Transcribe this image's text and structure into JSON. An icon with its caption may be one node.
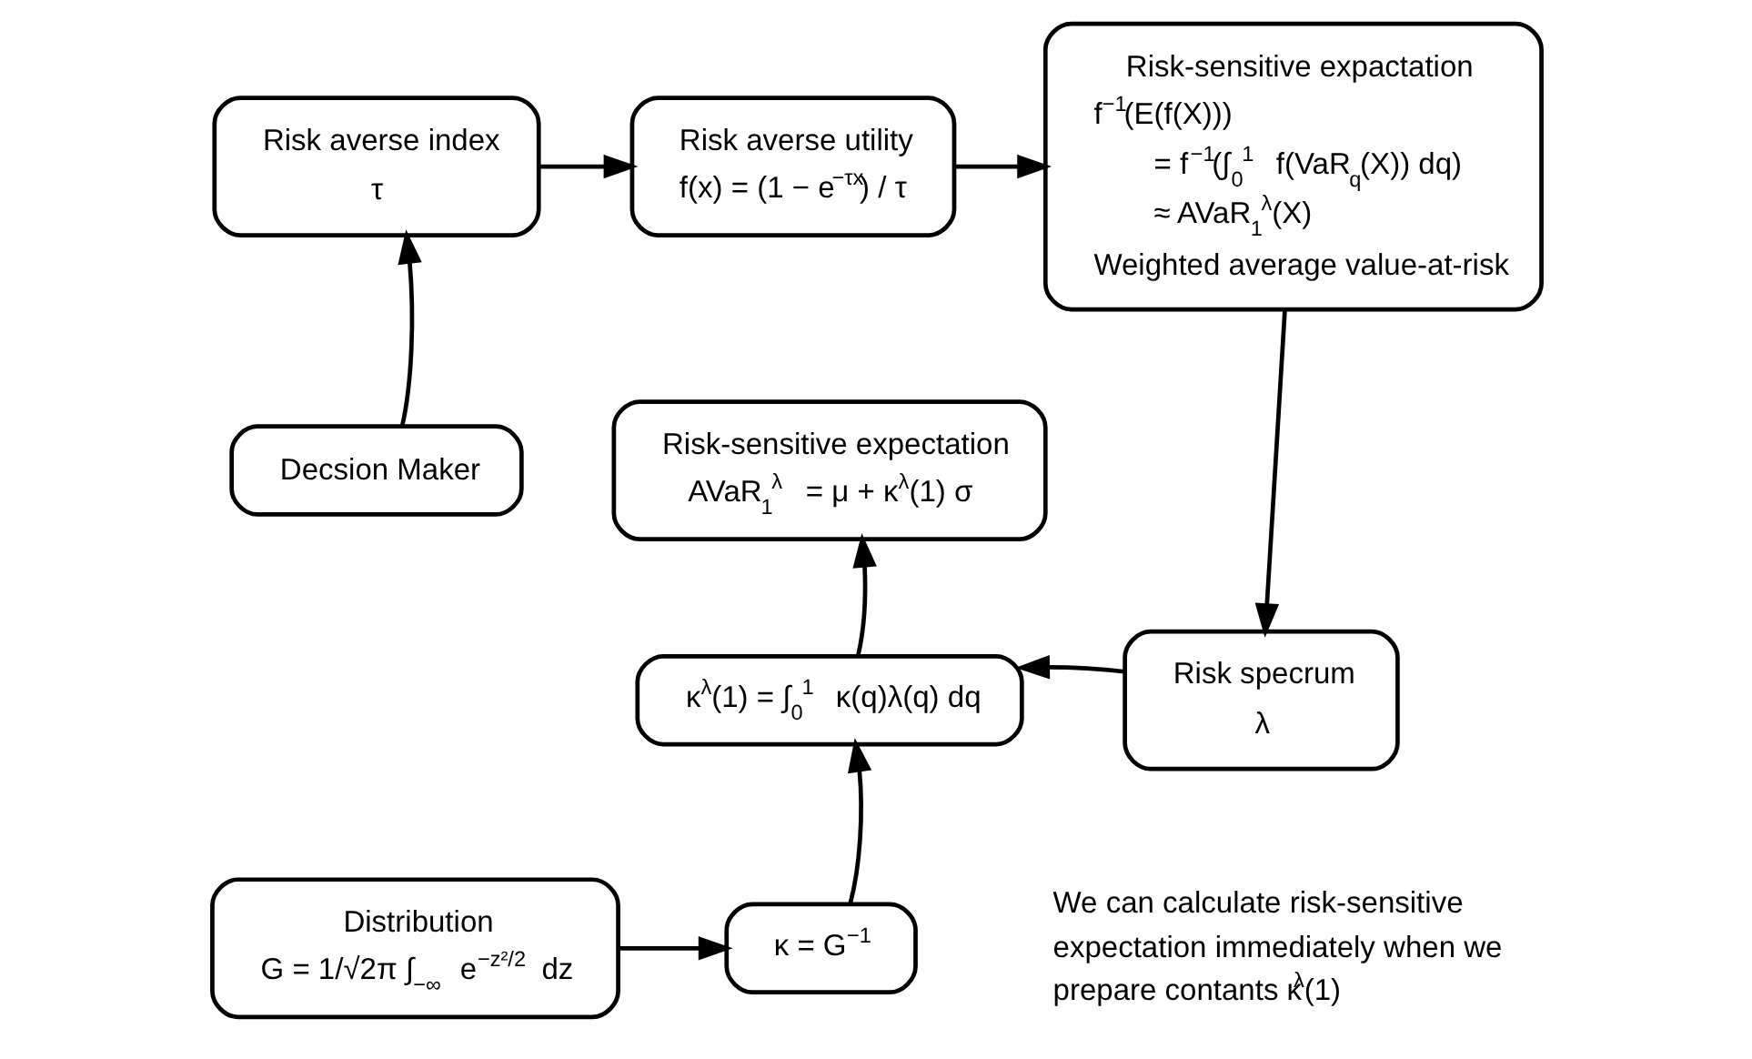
{
  "diagram": {
    "nodes": [
      {
        "text": [
          "Risk averse index",
          "τ"
        ]
      },
      {
        "text": [
          "Risk averse utility",
          "f(x) = (1 − e$^{−τx}$) / τ"
        ]
      },
      {
        "text": [
          "Risk-sensitive expactation",
          "f$^{−1}$(E(f(X))) = f$^{−1}$(∫$_{0}$$^{1}$ f(VaR$_{q}$(X)) dq) ≈ AVaR$_{1}$$^{λ}$(X)",
          "Weighted average value-at-risk"
        ]
      },
      {
        "text": [
          "Decsion Maker"
        ]
      },
      {
        "text": [
          "Risk-sensitive expectation",
          "AVaR$_{1}$$^{λ}$ = μ + κ$^{λ}$(1) σ"
        ]
      },
      {
        "text": [
          "κ$^{λ}$(1) = ∫$_{0}$$^{1}$ κ(q)λ(q) dq"
        ]
      },
      {
        "text": [
          "Risk specrum",
          "λ"
        ]
      },
      {
        "text": [
          "Distribution",
          "G = 1/√2π ∫$_{−∞}$ e$^{−z²/2}$ dz"
        ]
      },
      {
        "text": [
          "κ = G$^{−1}$"
        ]
      }
    ],
    "edges": [
      {
        "from": 3,
        "to": 0,
        "arrow": "to"
      },
      {
        "from": 0,
        "to": 1,
        "arrow": "to"
      },
      {
        "from": 1,
        "to": 2,
        "arrow": "to"
      },
      {
        "from": 2,
        "to": 6,
        "arrow": "to"
      },
      {
        "from": 6,
        "to": 5,
        "arrow": "to"
      },
      {
        "from": 5,
        "to": 4,
        "arrow": "to"
      },
      {
        "from": 7,
        "to": 8,
        "arrow": "to"
      },
      {
        "from": 8,
        "to": 5,
        "arrow": "to"
      }
    ],
    "labels": [
      "We can calculate risk-sensitive expectation immediately when we prepare contants κ$^{λ}$(1)"
    ]
  }
}
